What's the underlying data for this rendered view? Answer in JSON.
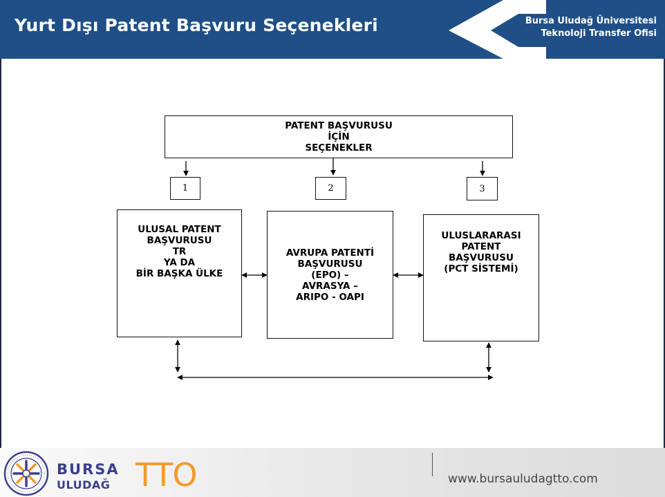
{
  "header": {
    "title": "Yurt Dışı Patent Başvuru Seçenekleri",
    "org_line1": "Bursa Uludağ Üniversitesi",
    "org_line2": "Teknoloji Transfer Ofisi"
  },
  "diagram": {
    "top_box": "PATENT BAŞVURUSU\nİÇİN\nSEÇENEKLER",
    "numbers": [
      "1",
      "2",
      "3"
    ],
    "options": [
      "ULUSAL PATENT\nBAŞVURUSU\nTR\nYA  DA\nBİR BAŞKA ÜLKE",
      "AVRUPA PATENTİ\nBAŞVURUSU\n(EPO) –\nAVRASYA –\nARIPO - OAPI",
      "ULUSLARARASI\nPATENT\nBAŞVURUSU\n(PCT SİSTEMİ)"
    ]
  },
  "footer": {
    "brand_top": "BURSA",
    "brand_bottom": "ULUDAĞ",
    "brand_tto": "TTO",
    "website": "www.bursauludagtto.com"
  },
  "colors": {
    "header_bg": "#1f4f86",
    "brand_blue": "#3a3f8f",
    "brand_orange": "#f39a2b"
  }
}
